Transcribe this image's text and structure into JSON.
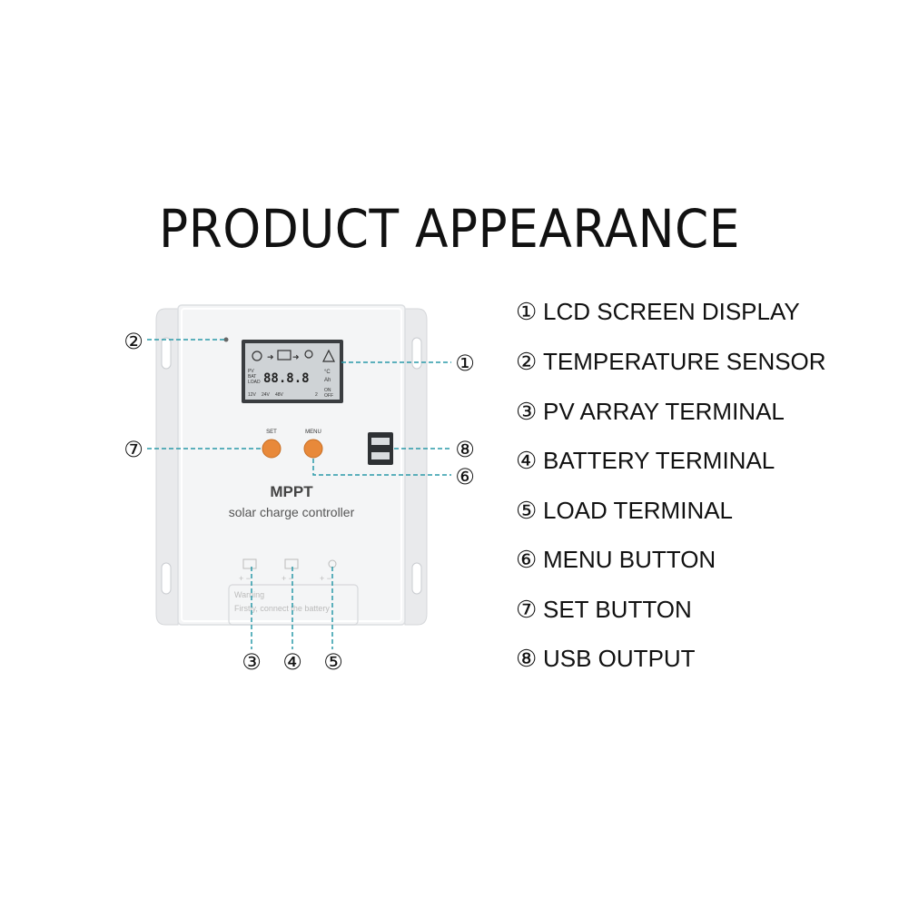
{
  "title": "PRODUCT APPEARANCE",
  "device": {
    "brand": "MPPT",
    "subtitle": "solar charge controller",
    "set_label": "SET",
    "menu_label": "MENU",
    "warning_title": "Warning",
    "warning_text": "Firstly, connect the battery",
    "lcd": {
      "digits": "88.8.8",
      "unit_c": "°C",
      "unit_ah": "Ah",
      "side_labels": [
        "PV",
        "BAT",
        "LOAD"
      ],
      "bottom_labels": [
        "12V",
        "24V",
        "48V",
        "2",
        "ON",
        "OFF"
      ]
    }
  },
  "callouts": [
    "①",
    "②",
    "③",
    "④",
    "⑤",
    "⑥",
    "⑦",
    "⑧"
  ],
  "legend": [
    {
      "num": "①",
      "label": "LCD SCREEN DISPLAY"
    },
    {
      "num": "②",
      "label": "TEMPERATURE SENSOR"
    },
    {
      "num": "③",
      "label": "PV ARRAY TERMINAL"
    },
    {
      "num": "④",
      "label": "BATTERY TERMINAL"
    },
    {
      "num": "⑤",
      "label": "LOAD TERMINAL"
    },
    {
      "num": "⑥",
      "label": "MENU BUTTON"
    },
    {
      "num": "⑦",
      "label": "SET BUTTON"
    },
    {
      "num": "⑧",
      "label": "USB OUTPUT"
    }
  ],
  "colors": {
    "leader": "#2a9aa8",
    "button": "#e8893a",
    "lcd": "#cfd3d6",
    "body": "#f3f4f5"
  }
}
